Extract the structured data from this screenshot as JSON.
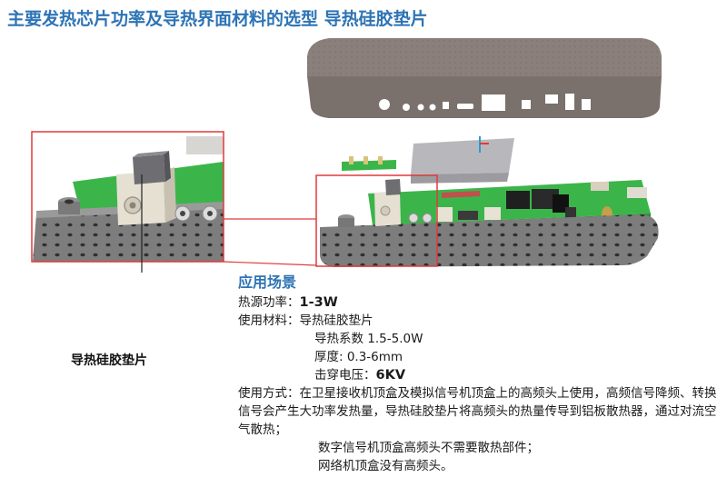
{
  "title": "主要发热芯片功率及导热界面材料的选型 导热硅胶垫片",
  "callout_label": "导热硅胶垫片",
  "info": {
    "heading": "应用场景",
    "power_label": "热源功率：",
    "power_value": "1-3W",
    "material_label": "使用材料：",
    "material_value": "导热硅胶垫片",
    "conductivity": "导热系数 1.5-5.0W",
    "thickness": "厚度: 0.3-6mm",
    "breakdown_label": "击穿电压：",
    "breakdown_value": "6KV",
    "usage_label": "使用方式：",
    "usage_text": "在卫星接收机顶盒及模拟信号机顶盒上的高频头上使用，高频信号降频、转换信号会产生大功率发热量，导热硅胶垫片将高频头的热量传导到铝板散热器，通过对流空气散热；",
    "note_digital": "数字信号机顶盒高频头不需要散热部件；",
    "note_network": "网络机顶盒没有高频头。"
  }
}
